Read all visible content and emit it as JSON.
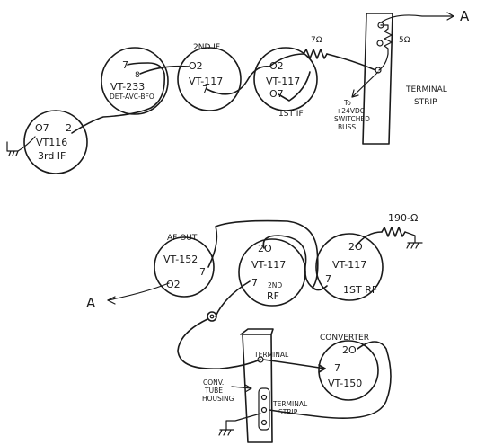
{
  "top_diagram": {
    "tube_vt233": {
      "name": "VT-233",
      "pin_top": "7",
      "pin_b": "8",
      "note": "DET-AVC-BFO"
    },
    "tube_2nd_if": {
      "caption": "2ND IF",
      "name": "VT-117",
      "pin_2": "O2",
      "pin_7": "7"
    },
    "tube_1st_if": {
      "name": "VT-117",
      "pin_2": "O2",
      "pin_7": "O7",
      "caption": "1ST IF"
    },
    "tube_3rd_if": {
      "pin_7": "O7",
      "pin_2": "2",
      "name": "VT116",
      "caption": "3rd IF"
    },
    "resistor_7": "7Ω",
    "resistor_5": "5Ω",
    "output_label": "A",
    "bus_note_lines": [
      "To",
      "+24VDC",
      "SWITCHED",
      "BUSS"
    ],
    "terminal_strip_lines": [
      "TERMINAL",
      "STRIP"
    ]
  },
  "bottom_diagram": {
    "af_out": {
      "caption": "AF OUT",
      "name": "VT-152",
      "pin_7": "7",
      "pin_2": "O2"
    },
    "tube_2nd_rf": {
      "pin_2": "2O",
      "name": "VT-117",
      "pin_7": "7",
      "caption_a": "2ND",
      "caption_b": "RF"
    },
    "tube_1st_rf": {
      "pin_2": "2O",
      "name": "VT-117",
      "pin_7": "7",
      "caption": "1ST RF"
    },
    "resistor_190": "190-Ω",
    "output_label": "A",
    "converter": {
      "caption": "CONVERTER",
      "pin_2": "2O",
      "pin_7": "7",
      "name": "VT-150"
    },
    "terminal_label": "TERMINAL",
    "conv_housing_lines": [
      "CONV.",
      "TUBE",
      "HOUSING"
    ],
    "terminal_strip_lines": [
      "TERMINAL",
      "STRIP"
    ]
  }
}
